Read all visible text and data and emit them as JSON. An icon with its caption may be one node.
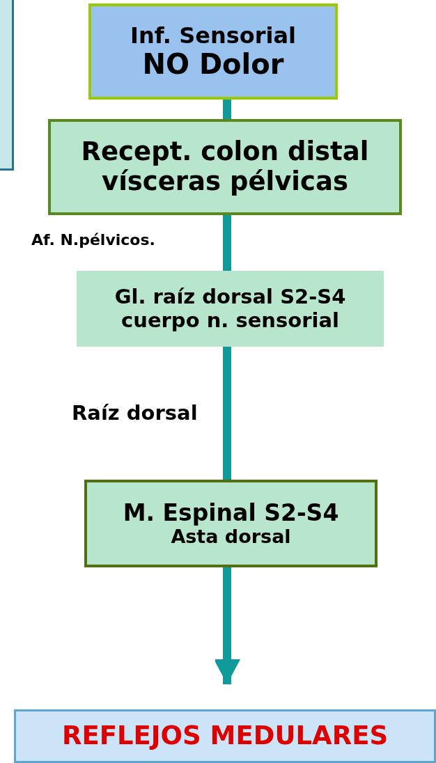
{
  "diagram": {
    "nodes": [
      {
        "text": [],
        "shape": "box"
      },
      {
        "text": [
          "Inf. Sensorial",
          "NO Dolor"
        ]
      },
      {
        "text": [
          "Recept. colon distal vísceras pélvicas"
        ]
      },
      {
        "text": [
          "Gl. raíz dorsal S2-S4 cuerpo n. sensorial"
        ]
      },
      {
        "text": [
          "M. Espinal S2-S4",
          "Asta dorsal"
        ]
      },
      {
        "text": [
          "REFLEJOS MEDULARES"
        ]
      }
    ],
    "edges": [
      {
        "from": 1,
        "to": 2,
        "arrow": "none"
      },
      {
        "from": 2,
        "to": 3,
        "arrow": "none",
        "label": "Af. N.pélvicos."
      },
      {
        "from": 3,
        "to": 4,
        "arrow": "none",
        "label": "Raíz dorsal"
      },
      {
        "from": 4,
        "to": 5,
        "arrow": "to"
      }
    ]
  }
}
